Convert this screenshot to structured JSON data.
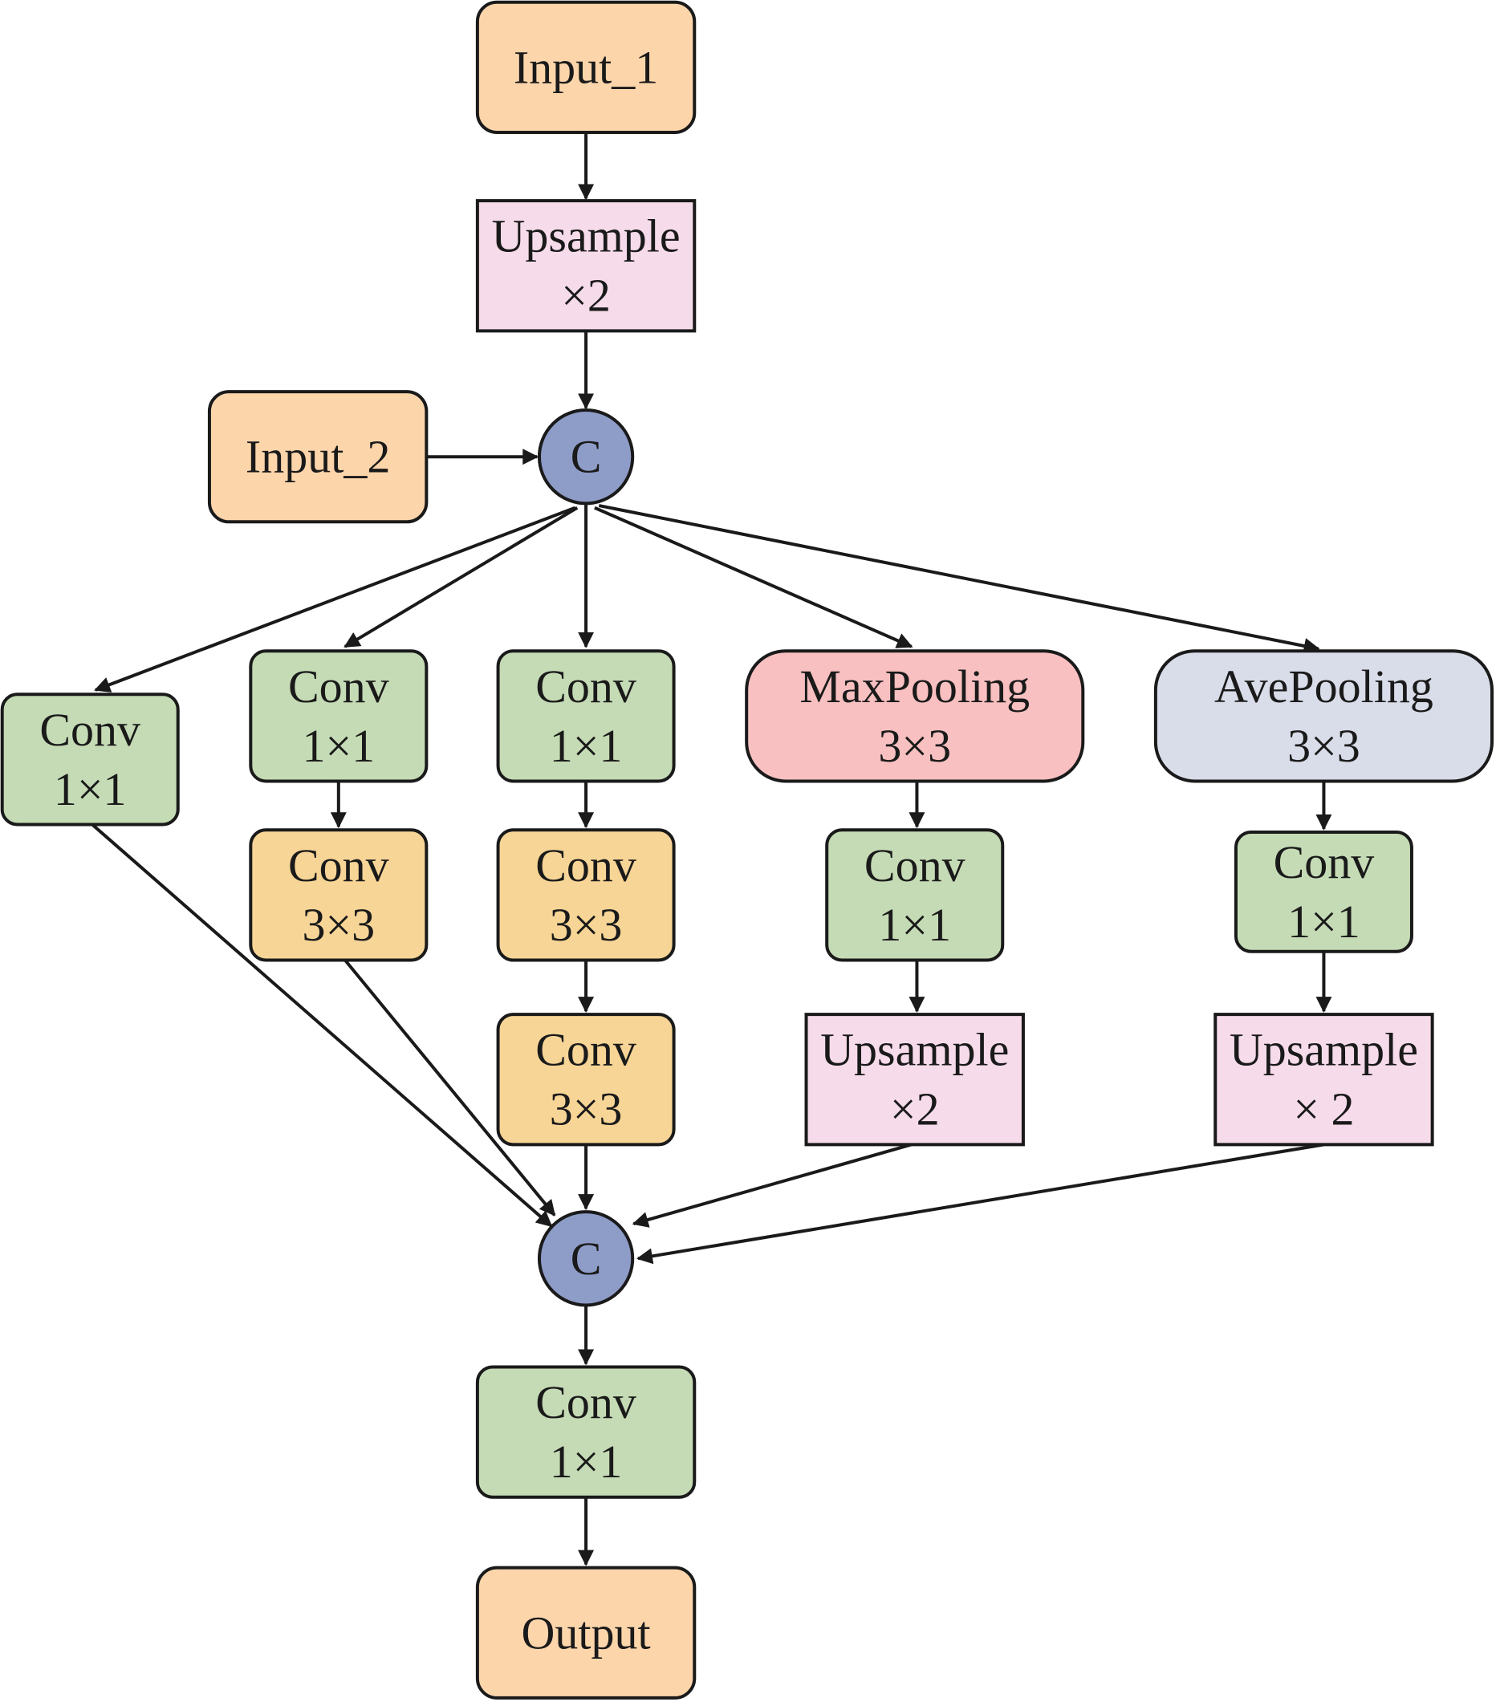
{
  "colors": {
    "input": "#fcd5ab",
    "upsample": "#f6dbea",
    "concat": "#8e9cc8",
    "conv1": "#c5dbb5",
    "conv3": "#f7d596",
    "maxpool": "#f8c0c0",
    "avepool": "#d9dde9",
    "stroke": "#1a1a1a"
  },
  "nodes": {
    "input1": {
      "lines": [
        "Input_1"
      ]
    },
    "up_top": {
      "lines": [
        "Upsample",
        "×2"
      ]
    },
    "input2": {
      "lines": [
        "Input_2"
      ]
    },
    "c_top": {
      "lines": [
        "C"
      ]
    },
    "conv_a": {
      "lines": [
        "Conv",
        "1×1"
      ]
    },
    "conv_b1": {
      "lines": [
        "Conv",
        "1×1"
      ]
    },
    "conv_b2": {
      "lines": [
        "Conv",
        "3×3"
      ]
    },
    "conv_c1": {
      "lines": [
        "Conv",
        "1×1"
      ]
    },
    "conv_c2": {
      "lines": [
        "Conv",
        "3×3"
      ]
    },
    "conv_c3": {
      "lines": [
        "Conv",
        "3×3"
      ]
    },
    "maxpool": {
      "lines": [
        "MaxPooling",
        "3×3"
      ]
    },
    "conv_d": {
      "lines": [
        "Conv",
        "1×1"
      ]
    },
    "up_d": {
      "lines": [
        "Upsample",
        "×2"
      ]
    },
    "avepool": {
      "lines": [
        "AvePooling",
        "3×3"
      ]
    },
    "conv_e": {
      "lines": [
        "Conv",
        "1×1"
      ]
    },
    "up_e": {
      "lines": [
        "Upsample",
        "× 2"
      ]
    },
    "c_bot": {
      "lines": [
        "C"
      ]
    },
    "conv_out": {
      "lines": [
        "Conv",
        "1×1"
      ]
    },
    "output": {
      "lines": [
        "Output"
      ]
    }
  }
}
